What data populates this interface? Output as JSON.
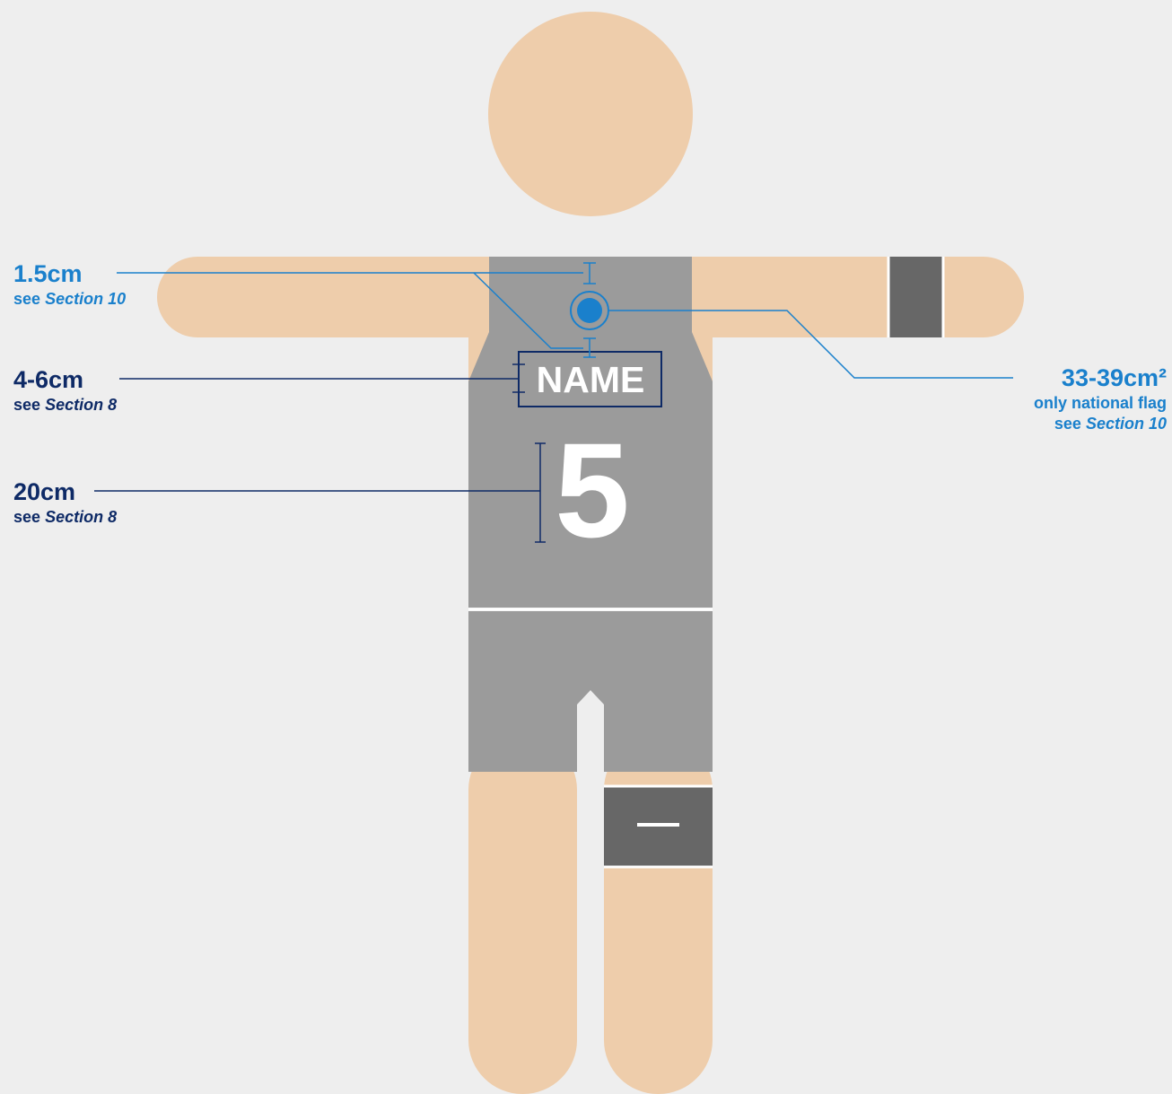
{
  "colors": {
    "background": "#eeeeee",
    "skin": "#eecdab",
    "uniform": "#9b9b9b",
    "band": "#676767",
    "navy": "#0e2a66",
    "blue": "#1a80cc",
    "white": "#ffffff"
  },
  "jersey": {
    "name_text": "NAME",
    "number_text": "5",
    "flag_icon": "circle-flag-icon"
  },
  "annotations": {
    "logo_gap": {
      "value": "1.5cm",
      "see_prefix": "see",
      "section": "Section 10"
    },
    "name_height": {
      "value": "4-6cm",
      "see_prefix": "see",
      "section": "Section 8"
    },
    "number_height": {
      "value": "20cm",
      "see_prefix": "see",
      "section": "Section 8"
    },
    "flag_area": {
      "value": "33-39cm²",
      "note": "only national flag",
      "see_prefix": "see",
      "section": "Section 10"
    }
  }
}
